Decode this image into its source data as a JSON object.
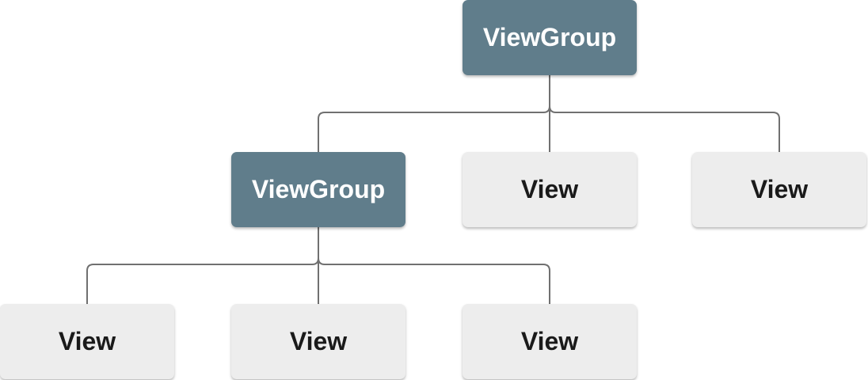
{
  "diagram": {
    "description": "View hierarchy tree with ViewGroup and View nodes",
    "colors": {
      "background": "#ffffff",
      "viewgroup_bg": "#607d8b",
      "viewgroup_text": "#ffffff",
      "view_bg": "#ededed",
      "view_text": "#1a1a1a",
      "connector": "#707070"
    },
    "nodes": {
      "root": {
        "label": "ViewGroup",
        "type": "viewgroup"
      },
      "child_viewgroup": {
        "label": "ViewGroup",
        "type": "viewgroup"
      },
      "child_view_1": {
        "label": "View",
        "type": "view"
      },
      "child_view_2": {
        "label": "View",
        "type": "view"
      },
      "grandchild_view_1": {
        "label": "View",
        "type": "view"
      },
      "grandchild_view_2": {
        "label": "View",
        "type": "view"
      },
      "grandchild_view_3": {
        "label": "View",
        "type": "view"
      }
    }
  }
}
